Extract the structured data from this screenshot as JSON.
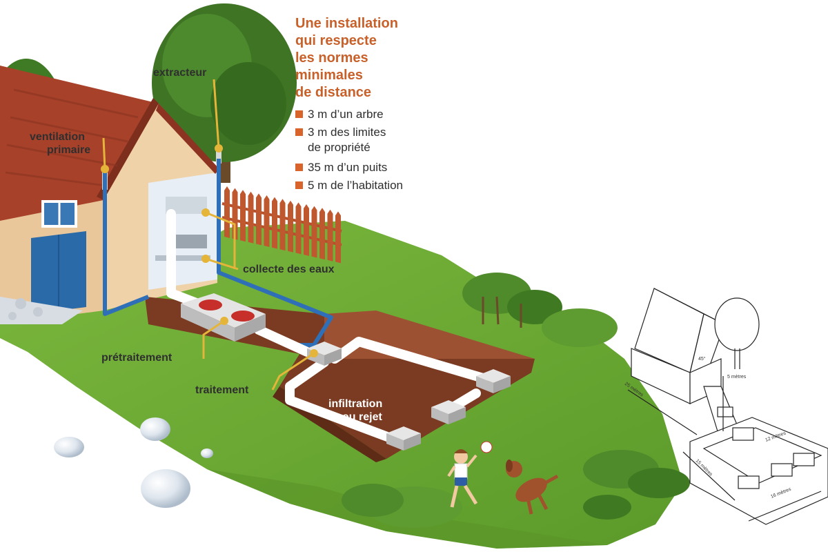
{
  "legend": {
    "title_lines": [
      "Une installation",
      "qui respecte",
      "les normes",
      "minimales",
      "de distance"
    ],
    "items": [
      {
        "lines": [
          "3 m d’un arbre"
        ]
      },
      {
        "lines": [
          "3 m des limites",
          "de propriété"
        ]
      },
      {
        "lines": [
          "35 m d’un puits"
        ]
      },
      {
        "lines": [
          "5 m de l’habitation"
        ]
      }
    ],
    "bullet_color": "#d9642b"
  },
  "labels": {
    "extracteur": "extracteur",
    "ventilation": [
      "ventilation",
      "primaire"
    ],
    "collecte": "collecte des eaux",
    "pretraitement": "prétraitement",
    "traitement": "traitement",
    "infiltration": [
      "infiltration",
      "ou rejet"
    ]
  },
  "sketch": {
    "angle": "45°",
    "dist_5": "5 mètres",
    "dist_25": "25 mètres",
    "dist_15": "15 mètres",
    "dist_16": "16 mètres",
    "dist_small": "12 mètres"
  },
  "colors": {
    "grass": "#6aa534",
    "soil": "#7a3b22",
    "roof": "#a8412a",
    "pipe_blue": "#2f6fb8",
    "callout": "#e5b53a"
  }
}
